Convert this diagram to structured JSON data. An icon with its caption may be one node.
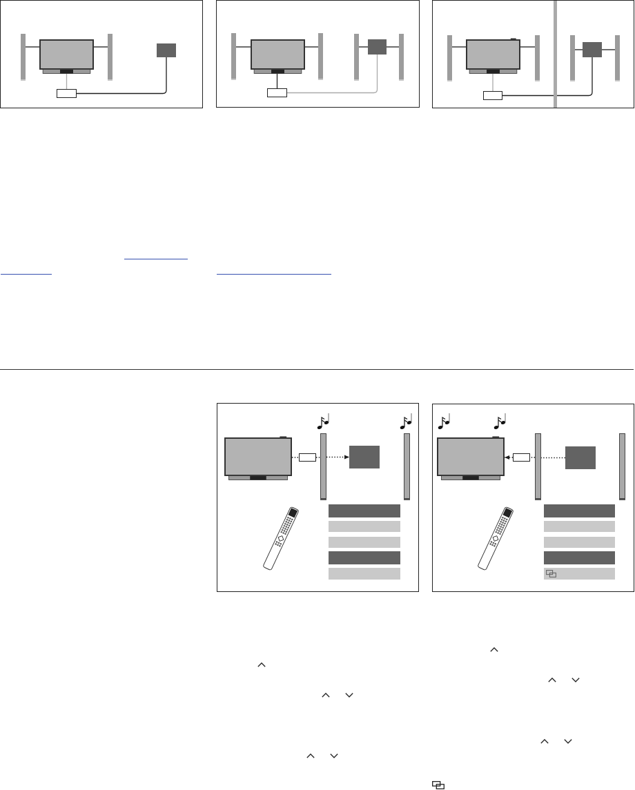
{
  "diagram": {
    "nodes": [
      {
        "text": [],
        "shape": "box"
      },
      {
        "text": [],
        "shape": "bar",
        "in": 0
      },
      {
        "text": [],
        "shape": "box",
        "in": 0
      },
      {
        "text": [],
        "shape": "bar",
        "in": 0
      },
      {
        "text": [],
        "shape": "box",
        "in": 0
      },
      {
        "text": [],
        "shape": "box",
        "in": 0
      },
      {
        "text": [],
        "shape": "box"
      },
      {
        "text": [],
        "shape": "bar",
        "in": 6
      },
      {
        "text": [],
        "shape": "box",
        "in": 6
      },
      {
        "text": [],
        "shape": "bar",
        "in": 6
      },
      {
        "text": [],
        "shape": "box",
        "in": 6
      },
      {
        "text": [],
        "shape": "bar",
        "in": 6
      },
      {
        "text": [],
        "shape": "box",
        "in": 6
      },
      {
        "text": [],
        "shape": "bar",
        "in": 6
      },
      {
        "text": [],
        "shape": "box"
      },
      {
        "text": [],
        "shape": "bar",
        "in": 14
      },
      {
        "text": [],
        "shape": "box",
        "in": 14
      },
      {
        "text": [],
        "shape": "bar",
        "in": 14
      },
      {
        "text": [],
        "shape": "box",
        "in": 14
      },
      {
        "text": [],
        "shape": "bar",
        "in": 14
      },
      {
        "text": [],
        "shape": "box",
        "in": 14
      },
      {
        "text": [],
        "shape": "bar",
        "in": 14
      },
      {
        "text": [],
        "shape": "box"
      },
      {
        "text": [],
        "shape": "box",
        "in": 22
      },
      {
        "text": [],
        "shape": "box",
        "in": 22
      },
      {
        "text": [],
        "shape": "bar",
        "in": 22
      },
      {
        "text": [],
        "shape": "box",
        "in": 22
      },
      {
        "text": [],
        "shape": "bar",
        "in": 22
      },
      {
        "text": [],
        "shape": "box"
      },
      {
        "text": [],
        "shape": "box",
        "in": 28
      },
      {
        "text": [],
        "shape": "box",
        "in": 28
      },
      {
        "text": [],
        "shape": "bar",
        "in": 28
      },
      {
        "text": [],
        "shape": "box",
        "in": 28
      },
      {
        "text": [],
        "shape": "bar",
        "in": 28
      }
    ],
    "edges": [
      {
        "from": 1,
        "to": 2,
        "arrow": "none"
      },
      {
        "from": 2,
        "to": 3,
        "arrow": "none"
      },
      {
        "from": 2,
        "to": 4,
        "arrow": "none",
        "color": "#aaaaaa"
      },
      {
        "from": 4,
        "to": 5,
        "arrow": "none"
      },
      {
        "from": 7,
        "to": 8,
        "arrow": "none"
      },
      {
        "from": 8,
        "to": 9,
        "arrow": "none"
      },
      {
        "from": 8,
        "to": 10,
        "arrow": "none"
      },
      {
        "from": 10,
        "to": 12,
        "arrow": "none",
        "color": "#aaaaaa"
      },
      {
        "from": 11,
        "to": 12,
        "arrow": "none"
      },
      {
        "from": 12,
        "to": 13,
        "arrow": "none"
      },
      {
        "from": 15,
        "to": 16,
        "arrow": "none"
      },
      {
        "from": 16,
        "to": 17,
        "arrow": "none"
      },
      {
        "from": 16,
        "to": 18,
        "arrow": "none",
        "color": "#aaaaaa"
      },
      {
        "from": 18,
        "to": 20,
        "arrow": "none"
      },
      {
        "from": 19,
        "to": 20,
        "arrow": "none"
      },
      {
        "from": 20,
        "to": 21,
        "arrow": "none"
      },
      {
        "from": 23,
        "to": 24,
        "arrow": "none",
        "style": "dashed"
      },
      {
        "from": 24,
        "to": 25,
        "arrow": "none",
        "style": "dashed"
      },
      {
        "from": 25,
        "to": 26,
        "arrow": "to",
        "style": "dashed"
      },
      {
        "from": 30,
        "to": 29,
        "arrow": "to",
        "style": "dashed"
      },
      {
        "from": 31,
        "to": 30,
        "arrow": "none",
        "style": "dashed"
      },
      {
        "from": 32,
        "to": 31,
        "arrow": "none",
        "style": "dashed"
      }
    ]
  }
}
